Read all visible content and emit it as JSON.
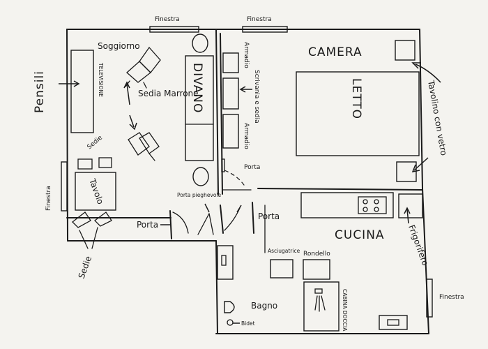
{
  "rooms": {
    "soggiorno": "Soggiorno",
    "camera": "CAMERA",
    "cucina": "CUCINA",
    "bagno": "Bagno"
  },
  "furniture": {
    "divano": "DIVANO",
    "letto": "LETTO",
    "tavolo": "Tavolo",
    "televisione": "TELEVISIONE",
    "pensili": "Pensili",
    "sedia_marrone": "Sedia Marrone",
    "sedie_top": "Sedie",
    "sedie_bottom": "Sedie",
    "armadio_top": "Armadio",
    "armadio_bottom": "Armadio",
    "scrivania": "Scrivania e sedia",
    "tavolino": "Tavolino con vetro",
    "frigorifero": "Frigorifero",
    "asciugatrice": "Asciugatrice",
    "rondello": "Rondello",
    "cabina_doccia": "CABINA DOCCIA",
    "bidet": "Bidet"
  },
  "windows": {
    "top_left": "Finestra",
    "top_right": "Finestra",
    "left": "Finestra",
    "right": "Finestra"
  },
  "doors": {
    "porta_camera": "Porta",
    "porta_ingresso": "Porta",
    "porta_pieghevole": "Porta pieghevole",
    "porta_bagno": "Porta"
  },
  "colors": {
    "ink": "#1a1a1a",
    "paper": "#f4f3ef"
  }
}
